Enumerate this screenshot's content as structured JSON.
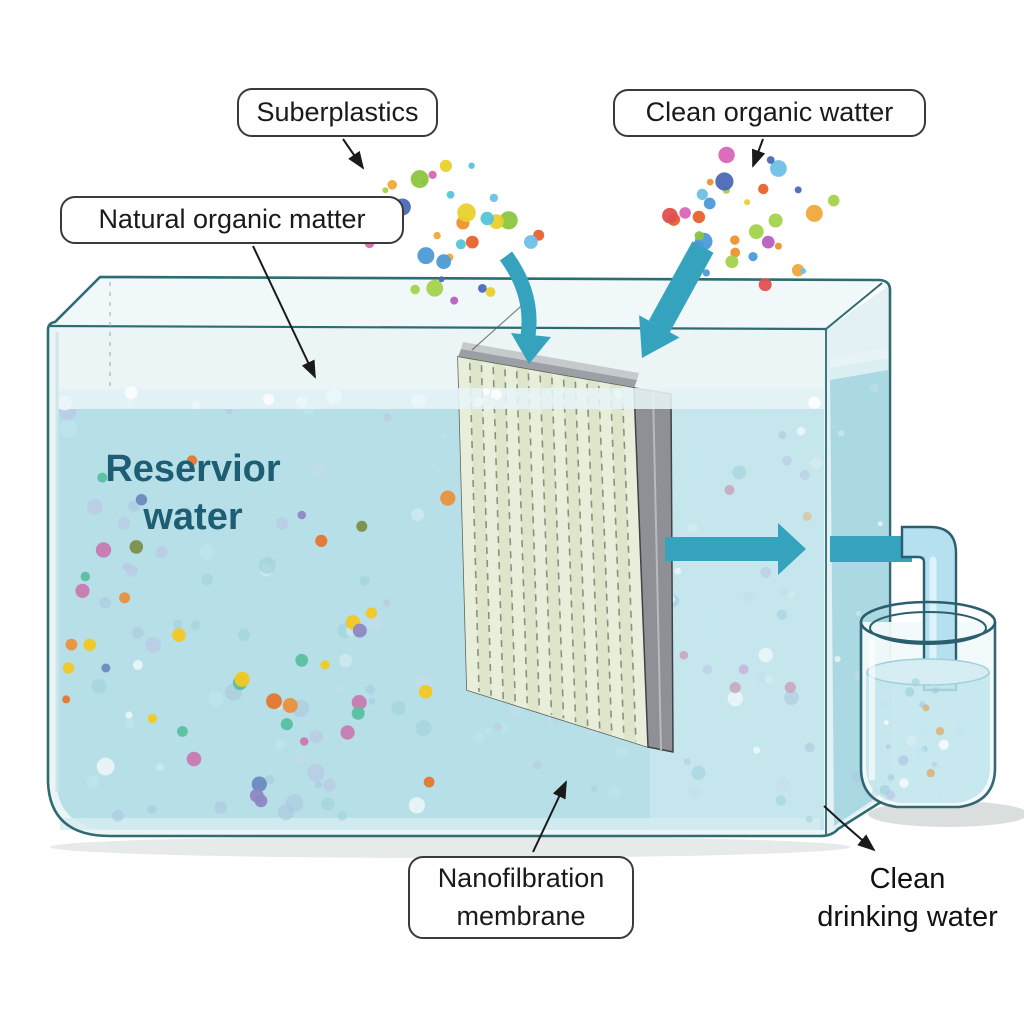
{
  "title": "Nanofiltration of reservoir water diagram",
  "labels": {
    "microplastics": "Suberplastics",
    "clean_organic_water": "Clean organic watter",
    "natural_organic_matter": "Natural organic matter",
    "reservoir_line1": "Reservior",
    "reservoir_line2": "water",
    "membrane_line1": "Nanofilbration",
    "membrane_line2": "membrane",
    "drinking_line1": "Clean",
    "drinking_line2": "drinking water"
  },
  "colors": {
    "arrow_teal": "#35a3bd",
    "tank_outline": "#2e6b72",
    "tank_glass": "#ebf5f6",
    "water": "#b7dfe8",
    "water_right_face": "#abd9e3",
    "surface_band": "#e7f4f6",
    "membrane_fill": "#e9eedb",
    "membrane_fill_alt": "#dde6ca",
    "membrane_frame": "#8e9095",
    "reservoir_text": "#1d5e74",
    "label_border": "#3a3a3a",
    "beaker_water": "#bfe4ec",
    "pipe_fill": "#b5e0f0"
  }
}
